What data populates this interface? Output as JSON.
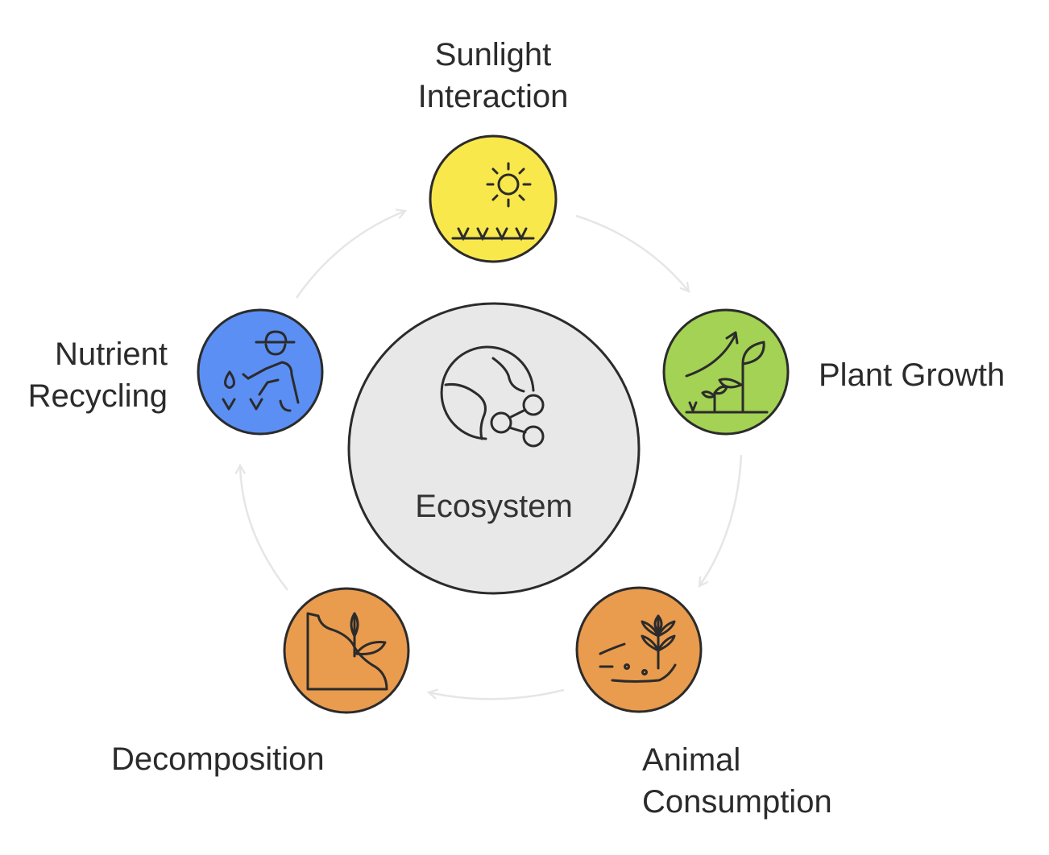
{
  "center": {
    "label": "Ecosystem",
    "fill": "#e8e8e8",
    "icon": "globe-share-icon"
  },
  "stages": [
    {
      "id": "sunlight",
      "lines": [
        "Sunlight",
        "Interaction"
      ],
      "fill": "#f8e84c",
      "icon": "sun-grass-icon"
    },
    {
      "id": "plant",
      "lines": [
        "Plant Growth"
      ],
      "fill": "#a3d254",
      "icon": "growing-plant-icon"
    },
    {
      "id": "animal",
      "lines": [
        "Animal",
        "Consumption"
      ],
      "fill": "#e99b4e",
      "icon": "animal-eating-grain-icon"
    },
    {
      "id": "decomposition",
      "lines": [
        "Decomposition"
      ],
      "fill": "#e99b4e",
      "icon": "soil-sprout-icon"
    },
    {
      "id": "nutrient",
      "lines": [
        "Nutrient",
        "Recycling"
      ],
      "fill": "#5b8ff4",
      "icon": "farmer-watering-icon"
    }
  ],
  "colors": {
    "stroke": "#2b2b2b",
    "arrow": "#e6e6e6",
    "text": "#2b2b2b"
  }
}
